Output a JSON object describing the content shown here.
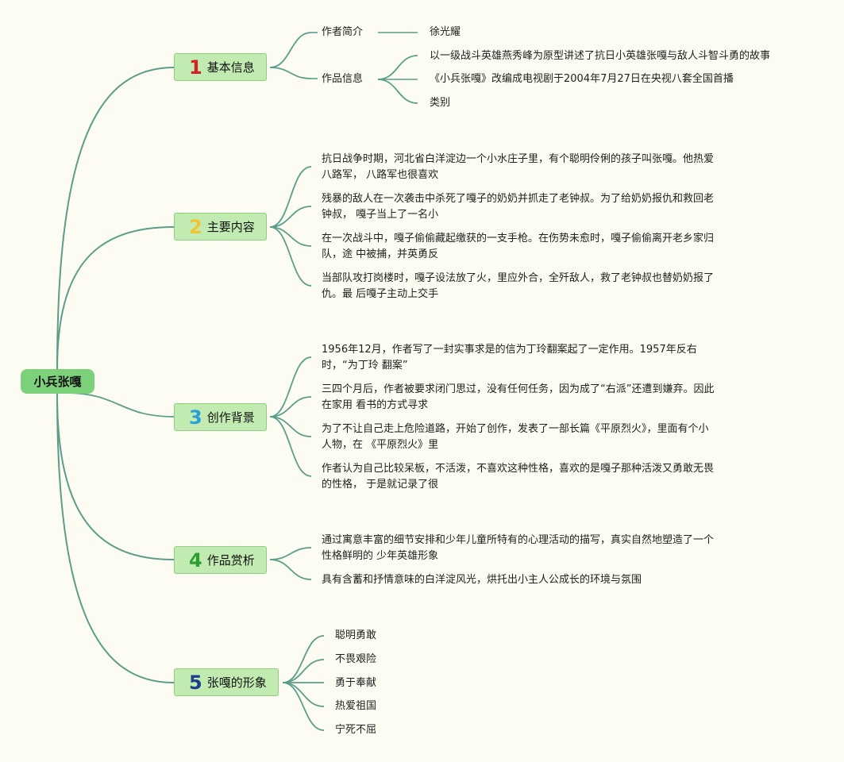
{
  "root": {
    "label": "小兵张嘎",
    "color": "#7dd17a"
  },
  "branches": [
    {
      "number": "1",
      "label": "基本信息",
      "number_color": "#d32020",
      "children": [
        {
          "label": "作者简介",
          "children": [
            "徐光耀"
          ]
        },
        {
          "label": "作品信息",
          "children": [
            "以一级战斗英雄燕秀峰为原型讲述了抗日小英雄张嘎与敌人斗智斗勇的故事",
            "《小兵张嘎》改编成电视剧于2004年7月27日在央视八套全国首播",
            "类别"
          ]
        }
      ]
    },
    {
      "number": "2",
      "label": "主要内容",
      "number_color": "#f2c530",
      "items": [
        "抗日战争时期，河北省白洋淀边一个小水庄子里，有个聪明伶俐的孩子叫张嘎。他热爱八路军， 八路军也很喜欢",
        "残暴的敌人在一次袭击中杀死了嘎子的奶奶并抓走了老钟叔。为了给奶奶报仇和救回老钟叔， 嘎子当上了一名小",
        "在一次战斗中，嘎子偷偷藏起缴获的一支手枪。在伤势未愈时，嘎子偷偷离开老乡家归队，途 中被捕，并英勇反",
        "当部队攻打岗楼时，嘎子设法放了火，里应外合，全歼敌人，救了老钟叔也替奶奶报了仇。最 后嘎子主动上交手"
      ]
    },
    {
      "number": "3",
      "label": "创作背景",
      "number_color": "#2a9fd8",
      "items": [
        "1956年12月，作者写了一封实事求是的信为丁玲翻案起了一定作用。1957年反右时，“为丁玲 翻案”",
        "三四个月后，作者被要求闭门思过，没有任何任务，因为成了“右派”还遭到嫌弃。因此在家用 看书的方式寻求",
        "为了不让自己走上危险道路，开始了创作，发表了一部长篇《平原烈火》，里面有个小人物，在 《平原烈火》里",
        "作者认为自己比较呆板，不活泼，不喜欢这种性格，喜欢的是嘎子那种活泼又勇敢无畏的性格， 于是就记录了很"
      ]
    },
    {
      "number": "4",
      "label": "作品赏析",
      "number_color": "#2e9e2e",
      "items": [
        "通过寓意丰富的细节安排和少年儿童所特有的心理活动的描写，真实自然地塑造了一个性格鲜明的 少年英雄形象",
        "具有含蓄和抒情意味的白洋淀风光，烘托出小主人公成长的环境与氛围"
      ]
    },
    {
      "number": "5",
      "label": "张嘎的形象",
      "number_color": "#1e3f8a",
      "items": [
        "聪明勇敢",
        "不畏艰险",
        "勇于奉献",
        "热爱祖国",
        "宁死不屈"
      ]
    }
  ],
  "line_color": "#5a9e8a"
}
